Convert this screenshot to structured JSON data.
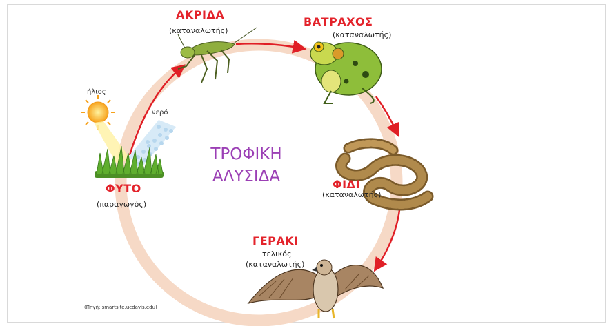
{
  "title": {
    "line1": "ΤΡΟΦΙΚΗ",
    "line2": "ΑΛΥΣΙΔΑ"
  },
  "nodes": {
    "plant": {
      "name": "ΦΥΤΟ",
      "role": "(παραγωγός)"
    },
    "grasshopper": {
      "name": "ΑΚΡΙΔΑ",
      "role": "(καταναλωτής)"
    },
    "frog": {
      "name": "ΒΑΤΡΑΧΟΣ",
      "role": "(καταναλωτής)"
    },
    "snake": {
      "name": "ΦΙΔΙ",
      "role": "(καταναλωτής)"
    },
    "hawk": {
      "name": "ΓΕΡΑΚΙ",
      "role1": "τελικός",
      "role2": "(καταναλωτής)"
    }
  },
  "inputs": {
    "sun": "ήλιος",
    "water": "νερό"
  },
  "source": "(Πηγή: smartsite.ucdavis.edu)",
  "colors": {
    "ring": "#f6d9c6",
    "arrow": "#e01f26",
    "label": "#e3232b",
    "title": "#9b3fb5"
  },
  "icons": [
    "sun-icon",
    "water-drops-icon",
    "grass-icon",
    "grasshopper-icon",
    "frog-icon",
    "snake-icon",
    "hawk-icon"
  ]
}
